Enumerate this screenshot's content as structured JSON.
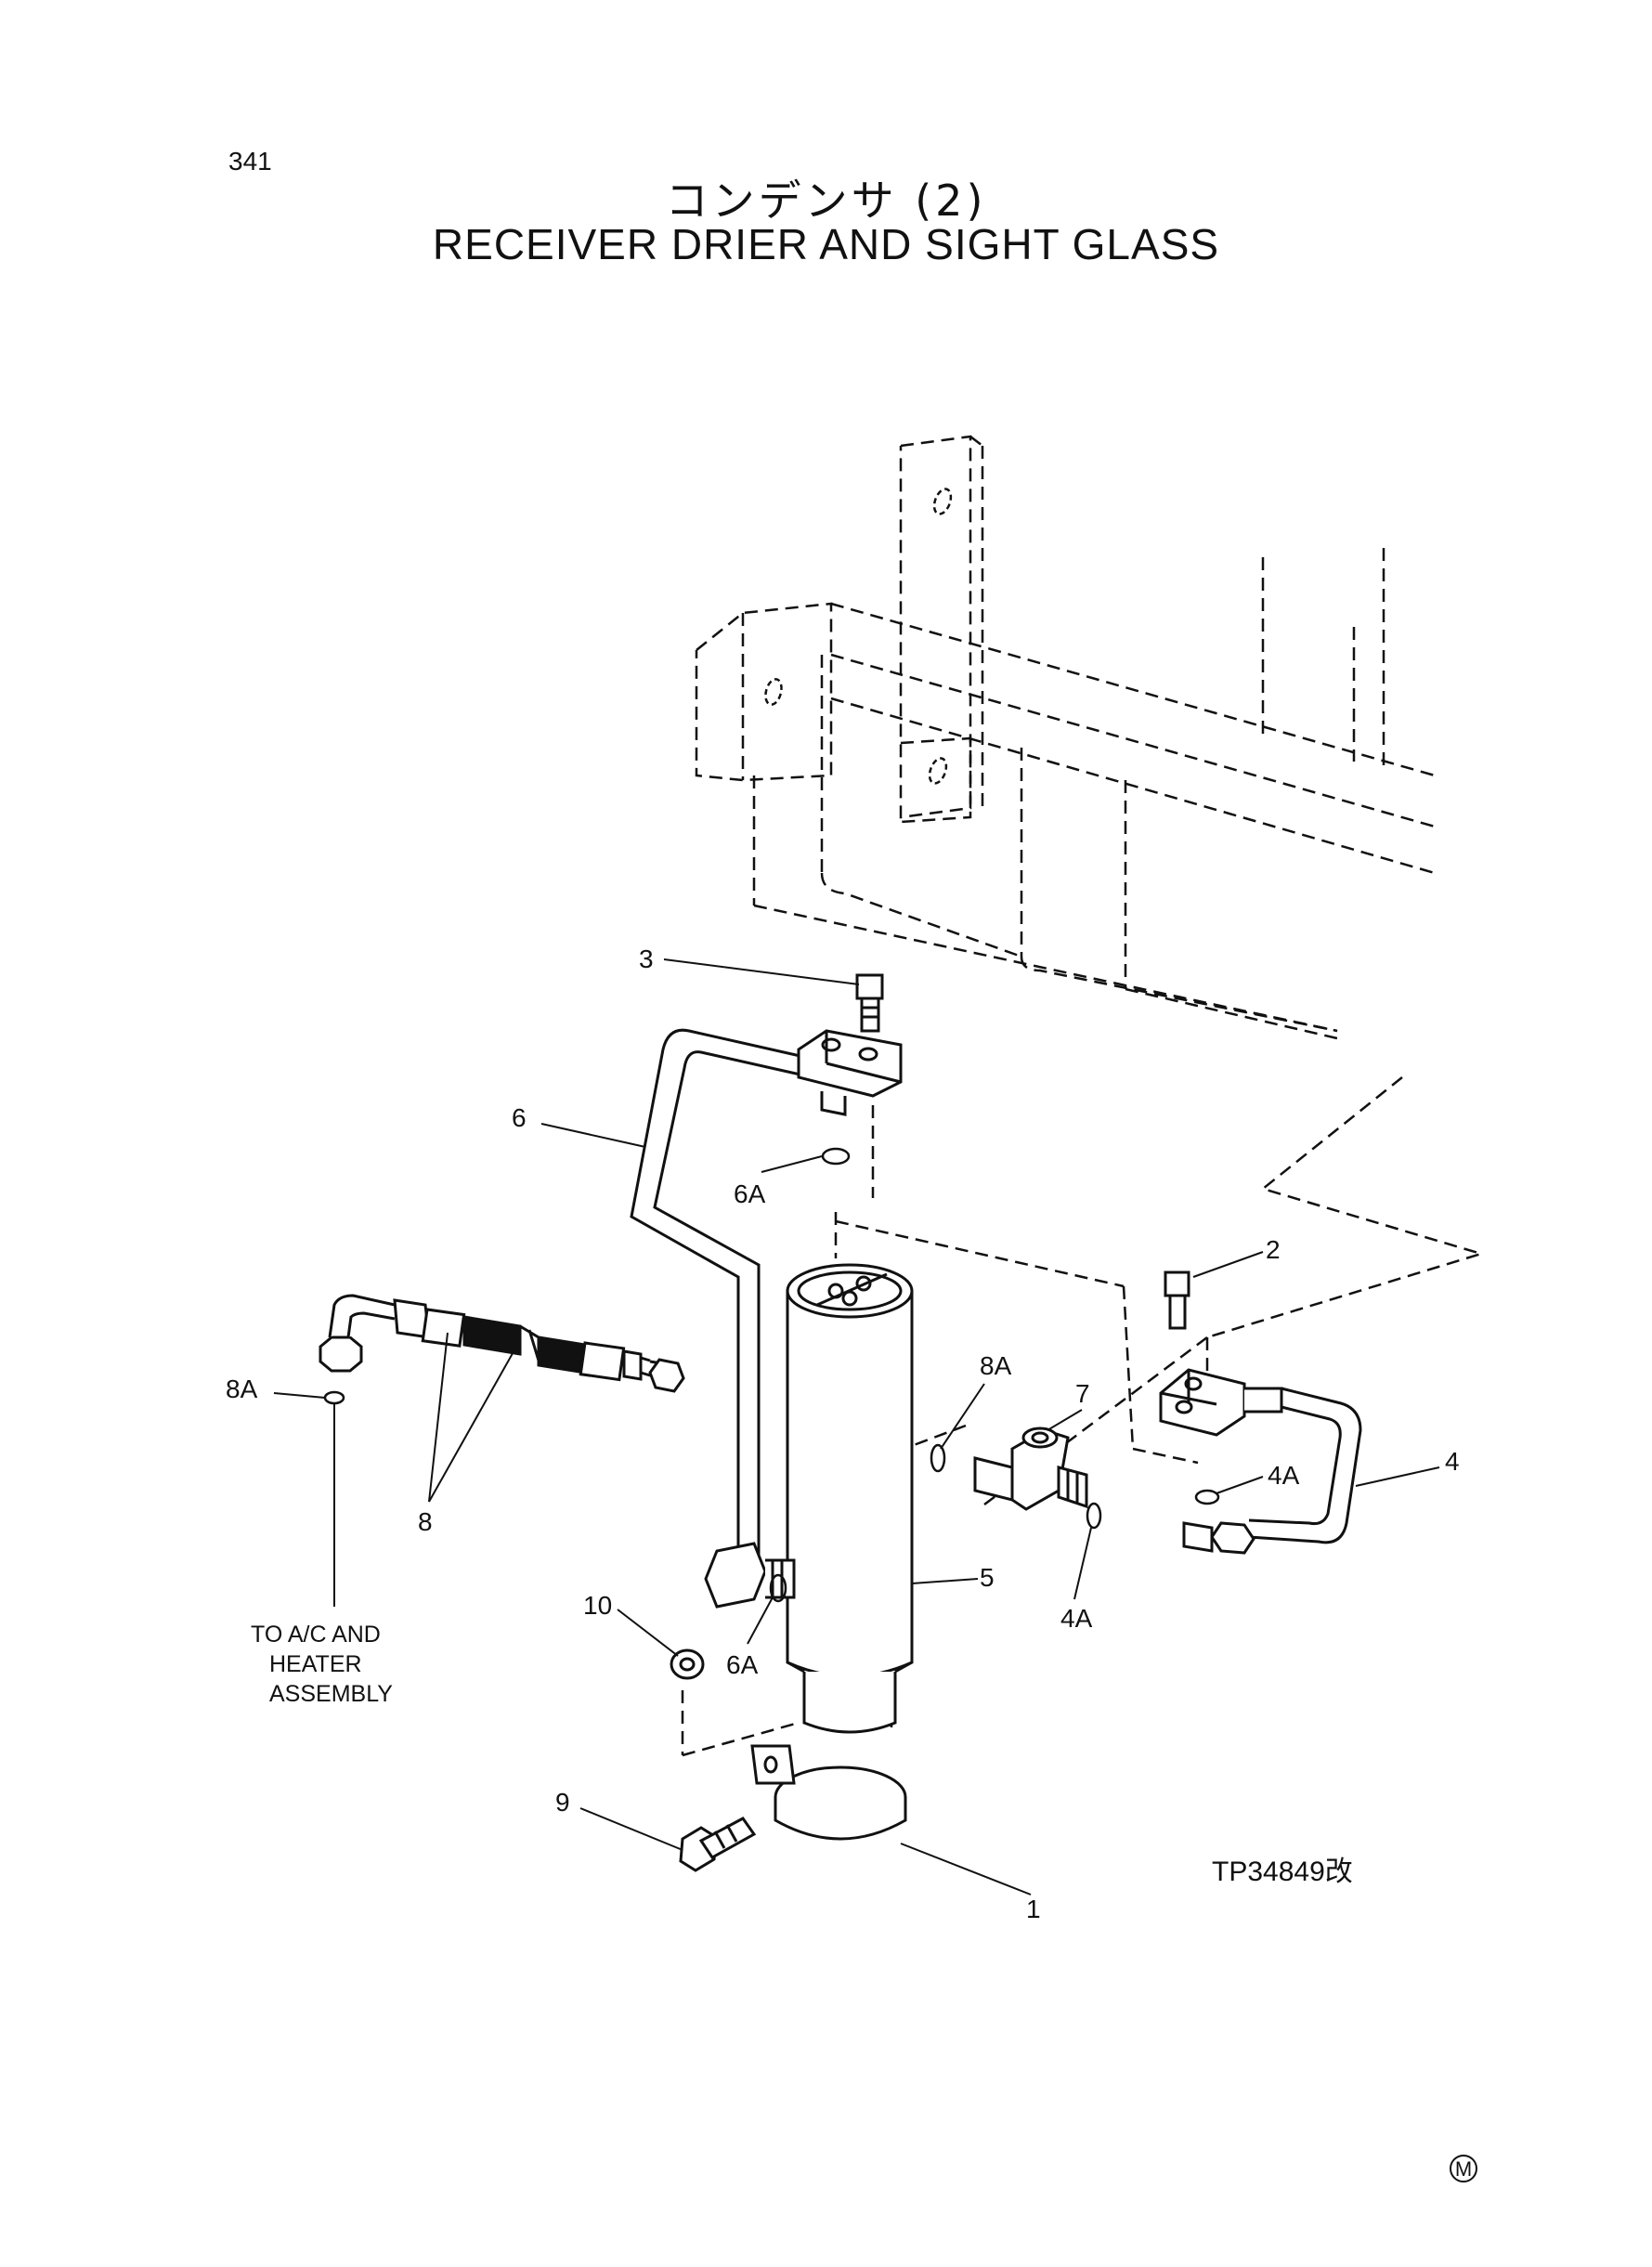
{
  "page_number": "341",
  "title_jp": "コンデンサ (2)",
  "title_en": "RECEIVER DRIER AND SIGHT GLASS",
  "callouts": {
    "c1": "1",
    "c2": "2",
    "c3": "3",
    "c4": "4",
    "c4a_top": "4A",
    "c4a_bottom": "4A",
    "c5": "5",
    "c6": "6",
    "c6a_top": "6A",
    "c6a_bottom": "6A",
    "c7": "7",
    "c8": "8",
    "c8a_left": "8A",
    "c8a_mid": "8A",
    "c9": "9",
    "c10": "10"
  },
  "note_lines": [
    "TO A/C AND",
    "HEATER",
    "ASSEMBLY"
  ],
  "figure_ref": "TP34849改",
  "mark": "M"
}
